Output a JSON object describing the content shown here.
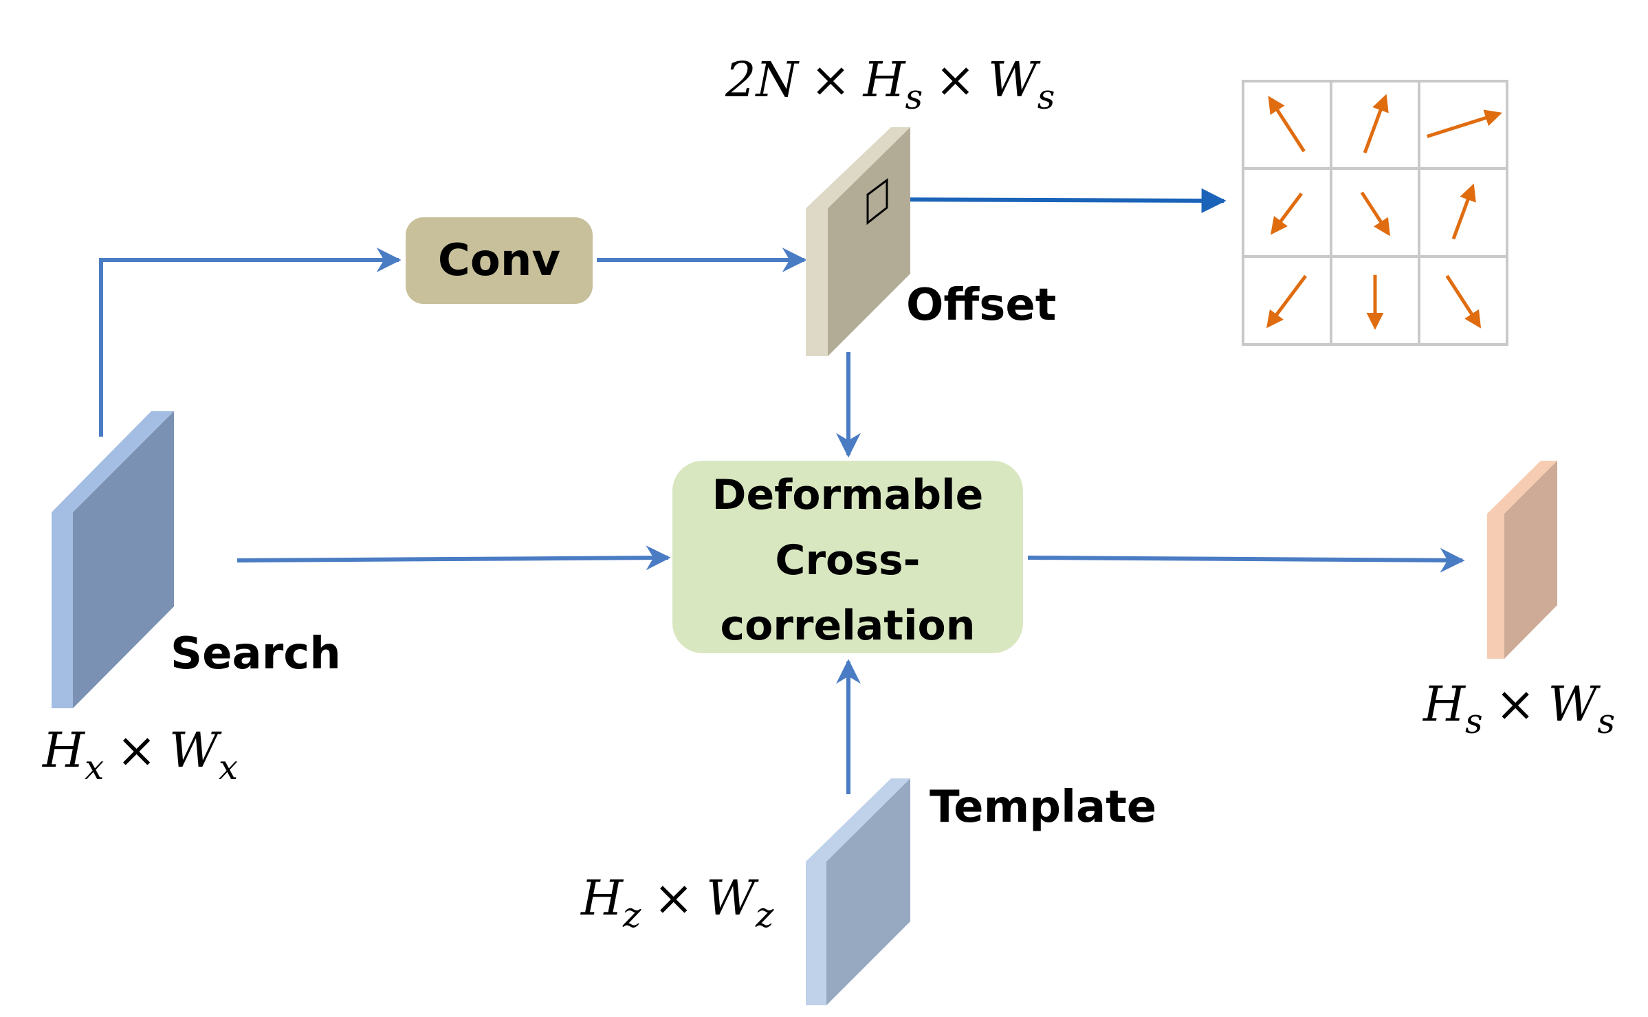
{
  "nodes": {
    "conv": {
      "label": "Conv",
      "fill": "#c8c09a"
    },
    "deformable": {
      "lines": [
        "Deformable",
        "Cross-",
        "correlation"
      ],
      "fill": "#d9e7c1"
    }
  },
  "feature_maps": {
    "search": {
      "label": "Search",
      "dims": {
        "base": "H",
        "sub": "x",
        "base2": "W",
        "sub2": "x"
      }
    },
    "offset": {
      "label": "Offset",
      "dims": {
        "prefix": "2N",
        "base": "H",
        "sub": "s",
        "base2": "W",
        "sub2": "s"
      }
    },
    "template": {
      "label": "Template",
      "dims": {
        "base": "H",
        "sub": "z",
        "base2": "W",
        "sub2": "z"
      }
    },
    "output": {
      "dims": {
        "base": "H",
        "sub": "s",
        "base2": "W",
        "sub2": "s"
      }
    }
  },
  "times_symbol": "×",
  "offset_grid": {
    "rows": 3,
    "cols": 3,
    "arrows": [
      "up-left",
      "up-right",
      "right",
      "down-left",
      "down-right",
      "up-right",
      "down-left",
      "down",
      "down-right"
    ]
  },
  "colors": {
    "connector": "#4a7cc4",
    "offset_arrow": "#e06c10",
    "search_front": "#7a91b3",
    "search_side": "#a3bde3",
    "template_front": "#97a9c1",
    "template_side": "#bfd2ea",
    "offset_front": "#b2ac97",
    "offset_side": "#ddd9c6",
    "output_front": "#cdab96",
    "output_side": "#f6cdb3",
    "grid_line": "#c9c9c9"
  }
}
